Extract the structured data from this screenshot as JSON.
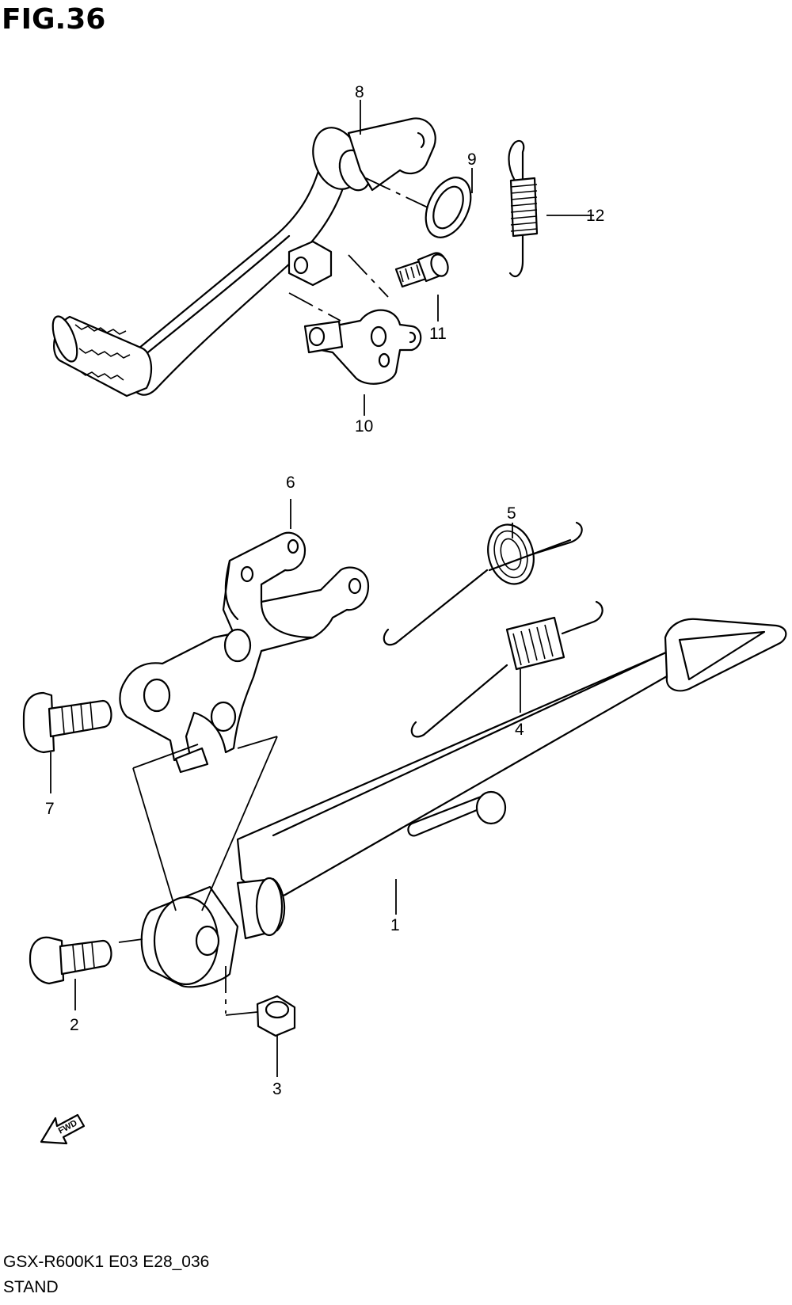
{
  "figure": {
    "title": "FIG.36"
  },
  "parts": [
    {
      "ref": "1"
    },
    {
      "ref": "2"
    },
    {
      "ref": "3"
    },
    {
      "ref": "4"
    },
    {
      "ref": "5"
    },
    {
      "ref": "6"
    },
    {
      "ref": "7"
    },
    {
      "ref": "8"
    },
    {
      "ref": "9"
    },
    {
      "ref": "10"
    },
    {
      "ref": "11"
    },
    {
      "ref": "12"
    }
  ],
  "direction_marker": {
    "label": "FWD"
  },
  "footer": {
    "model_code": "GSX-R600K1 E03 E28_036",
    "section_name": "STAND"
  }
}
